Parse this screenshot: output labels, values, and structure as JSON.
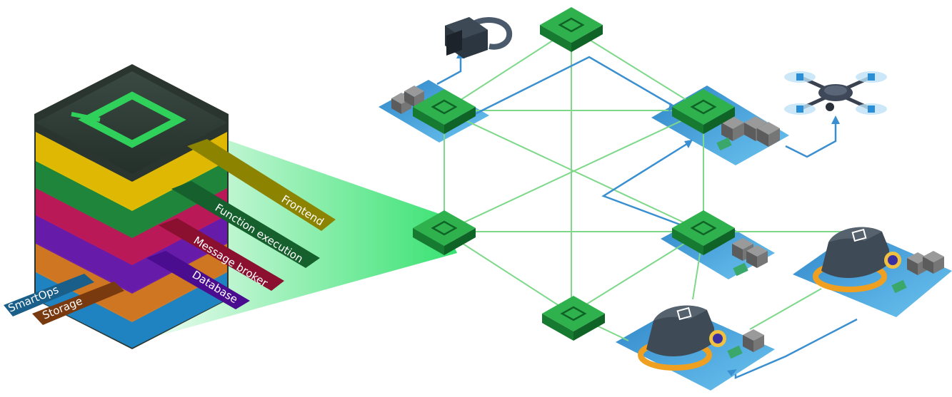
{
  "stack": {
    "layers": [
      {
        "id": "frontend",
        "label": "Frontend",
        "color": "#e8c000"
      },
      {
        "id": "function-execution",
        "label": "Function execution",
        "color": "#1e8a3c"
      },
      {
        "id": "message-broker",
        "label": "Message broker",
        "color": "#c2185b"
      },
      {
        "id": "database",
        "label": "Database",
        "color": "#6a1bb0"
      },
      {
        "id": "storage",
        "label": "Storage",
        "color": "#d87a22"
      },
      {
        "id": "smartops",
        "label": "SmartOps",
        "color": "#1e88c8"
      }
    ],
    "label_colors": {
      "frontend": "#8c8400",
      "function-execution": "#15602c",
      "message-broker": "#8b1030",
      "database": "#4a0d8f",
      "storage": "#7a3a10",
      "smartops": "#1a5f8a"
    }
  },
  "colors": {
    "node_green": "#1e9e3e",
    "link_green": "#7ed88a",
    "flow_blue": "#3a8fd0",
    "platform_blue": "#4aa8e0"
  },
  "devices": [
    "vr-headset",
    "drone",
    "robot",
    "robot"
  ]
}
